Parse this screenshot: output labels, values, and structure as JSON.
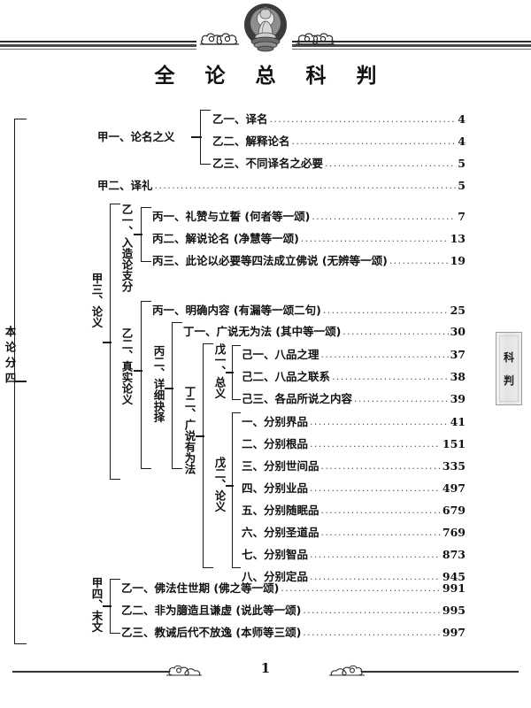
{
  "header": {
    "title": "全 论 总 科 判",
    "buddha_icon": "seated-buddha-icon",
    "cloud_left_icon": "cloud-ornament-icon",
    "cloud_right_icon": "cloud-ornament-icon"
  },
  "side_tab": {
    "char1": "科",
    "char2": "判"
  },
  "footer": {
    "page_number": "1",
    "cloud_left_icon": "cloud-ornament-icon",
    "cloud_right_icon": "cloud-ornament-icon"
  },
  "spine_label": "本论分四",
  "groups": {
    "jia1": "甲一、论名之义",
    "jia3": "甲三、论义",
    "jia4": "甲四、末文",
    "yi1": "乙一、入造论支分",
    "yi2": "乙二、真实论义",
    "bing2": "丙二、详细抉择",
    "ding2": "丁二、广说有为法",
    "wu1": "戊一、总义",
    "wu2": "戊二、论义"
  },
  "entries": [
    {
      "label": "乙一、译名",
      "page": "4"
    },
    {
      "label": "乙二、解释论名",
      "page": "4"
    },
    {
      "label": "乙三、不同译名之必要",
      "page": "5"
    },
    {
      "label": "甲二、译礼",
      "page": "5"
    },
    {
      "label": "丙一、礼赞与立誓 (何者等一颂)",
      "page": "7"
    },
    {
      "label": "丙二、解说论名 (净慧等一颂)",
      "page": "13"
    },
    {
      "label": "丙三、此论以必要等四法成立佛说 (无辨等一颂)",
      "page": "19"
    },
    {
      "label": "丙一、明确内容 (有漏等一颂二句)",
      "page": "25"
    },
    {
      "label": "丁一、广说无为法 (其中等一颂)",
      "page": "30"
    },
    {
      "label": "己一、八品之理",
      "page": "37"
    },
    {
      "label": "己二、八品之联系",
      "page": "38"
    },
    {
      "label": "己三、各品所说之内容",
      "page": "39"
    },
    {
      "label": "一、分别界品",
      "page": "41"
    },
    {
      "label": "二、分别根品",
      "page": "151"
    },
    {
      "label": "三、分别世间品",
      "page": "335"
    },
    {
      "label": "四、分别业品",
      "page": "497"
    },
    {
      "label": "五、分别随眠品",
      "page": "679"
    },
    {
      "label": "六、分别圣道品",
      "page": "769"
    },
    {
      "label": "七、分别智品",
      "page": "873"
    },
    {
      "label": "八、分别定品",
      "page": "945"
    },
    {
      "label": "乙一、佛法住世期 (佛之等一颂)",
      "page": "991"
    },
    {
      "label": "乙二、非为臆造且谦虚 (说此等一颂)",
      "page": "995"
    },
    {
      "label": "乙三、教诫后代不放逸 (本师等三颂)",
      "page": "997"
    }
  ],
  "dots": "........................................................................................................"
}
